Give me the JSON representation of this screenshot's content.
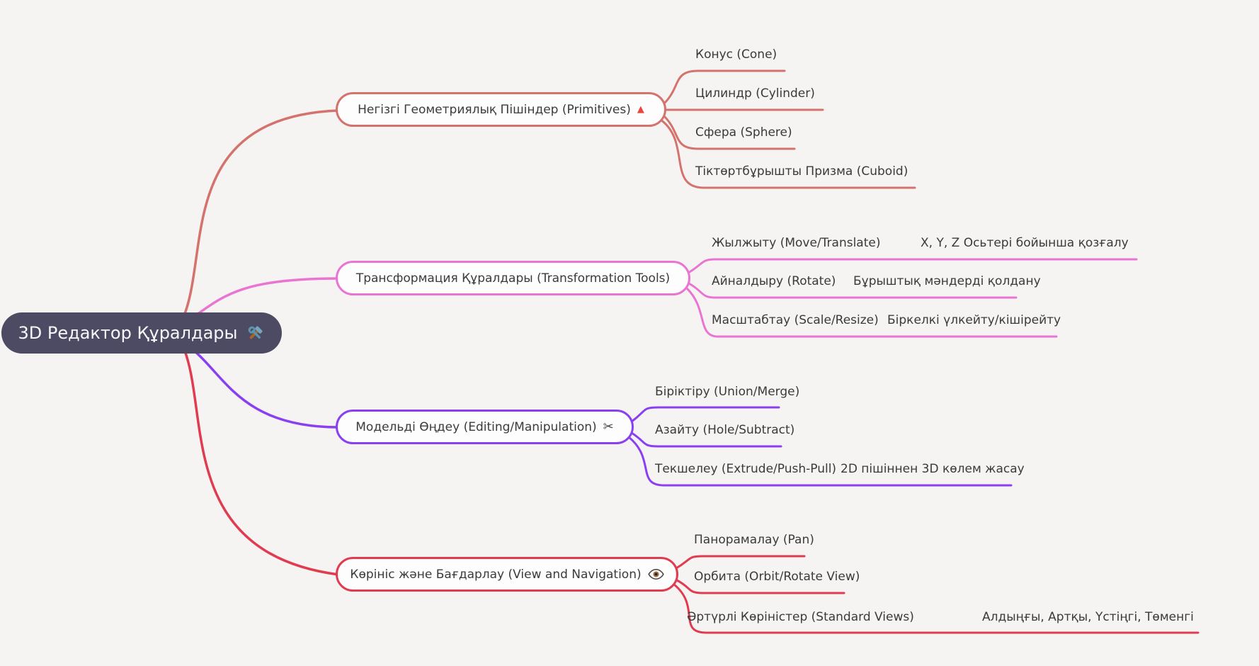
{
  "background_color": "#f5f4f3",
  "root": {
    "label": "3D Редактор Құралдары",
    "icon": "hammer-wrench-icon",
    "bg_color": "#4d4b63",
    "text_color": "#f7f6f9"
  },
  "branches": [
    {
      "label": "Негізгі Геометриялық Пішіндер (Primitives)",
      "icon": "red-triangle-icon",
      "icon_glyph": "▲",
      "color": "#d4736d",
      "children": [
        {
          "label": "Конус (Cone)"
        },
        {
          "label": "Цилиндр (Cylinder)"
        },
        {
          "label": "Сфера (Sphere)"
        },
        {
          "label": "Тіктөртбұрышты Призма (Cuboid)"
        }
      ]
    },
    {
      "label": "Трансформация Құралдары (Transformation Tools)",
      "color": "#ea74d2",
      "children": [
        {
          "label": "Жылжыту (Move/Translate)",
          "children": [
            {
              "label": "X, Y, Z Осьтері бойынша қозғалу"
            }
          ]
        },
        {
          "label": "Айналдыру (Rotate)",
          "children": [
            {
              "label": "Бұрыштық мәндерді қолдану"
            }
          ]
        },
        {
          "label": "Масштабтау (Scale/Resize)",
          "children": [
            {
              "label": "Біркелкі үлкейту/кішірейту"
            }
          ]
        }
      ]
    },
    {
      "label": "Модельді Өңдеу (Editing/Manipulation)",
      "icon": "scissors-icon",
      "icon_glyph": "✂",
      "color": "#8a3ff0",
      "children": [
        {
          "label": "Біріктіру (Union/Merge)"
        },
        {
          "label": "Азайту (Hole/Subtract)"
        },
        {
          "label": "Текшелеу (Extrude/Push-Pull)",
          "children": [
            {
              "label": "2D пішіннен 3D көлем жасау"
            }
          ]
        }
      ]
    },
    {
      "label": "Көрініс және Бағдарлау (View and Navigation)",
      "icon": "eye-icon",
      "color": "#e13b50",
      "children": [
        {
          "label": "Панорамалау (Pan)"
        },
        {
          "label": "Орбита (Orbit/Rotate View)"
        },
        {
          "label": "Әртүрлі Көріністер (Standard Views)",
          "children": [
            {
              "label": "Алдыңғы, Артқы, Үстіңгі, Төменгі"
            }
          ]
        }
      ]
    }
  ]
}
